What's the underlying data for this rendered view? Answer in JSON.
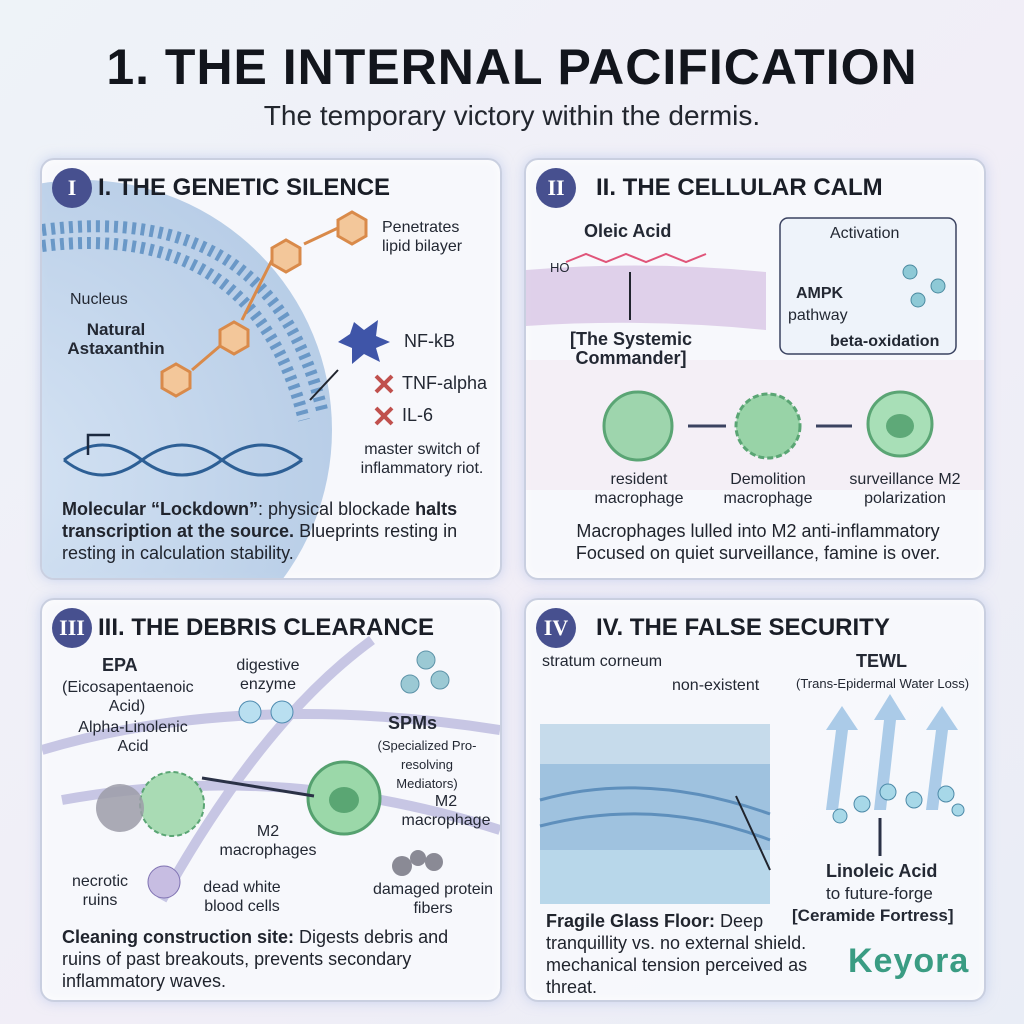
{
  "title": "1. THE INTERNAL PACIFICATION",
  "subtitle": "The temporary victory within the dermis.",
  "panels": [
    {
      "numeral": "I",
      "title": "I. THE GENETIC SILENCE",
      "labels": {
        "penetrates": "Penetrates lipid bilayer",
        "nucleus": "Nucleus",
        "astaxanthin": "Natural Astaxanthin",
        "nfkb": "NF-kB",
        "tnf": "TNF-alpha",
        "il6": "IL-6",
        "master": "master switch of inflammatory riot."
      },
      "caption_bold1": "Molecular “Lockdown”",
      "caption_text1": ": physical blockade",
      "caption_bold2": "halts transcription at the source.",
      "caption_text2": " Blueprints resting in resting in calculation stability."
    },
    {
      "numeral": "II",
      "title": "II. THE CELLULAR CALM",
      "labels": {
        "oleic": "Oleic Acid",
        "ho": "HO",
        "commander": "[The Systemic Commander]",
        "activation": "Activation",
        "ampk": "AMPK",
        "pathway": "pathway",
        "beta": "beta-oxidation",
        "resident": "resident macrophage",
        "demolition": "Demolition macrophage",
        "surveillance": "surveillance M2 polarization"
      },
      "caption": "Macrophages lulled into M2 anti-inflammatory Focused on quiet surveillance, famine is over."
    },
    {
      "numeral": "III",
      "title": "III. THE DEBRIS CLEARANCE",
      "labels": {
        "epa": "EPA",
        "epa_full": "(Eicosapentaenoic Acid)",
        "ala": "Alpha-Linolenic Acid",
        "enzyme": "digestive enzyme",
        "spms": "SPMs",
        "spms_full": "(Specialized Pro-resolving Mediators)",
        "m2_macrophage": "M2 macrophage",
        "m2_macrophages": "M2 macrophages",
        "necrotic": "necrotic ruins",
        "dead_wbc": "dead white blood cells",
        "damaged": "damaged protein fibers"
      },
      "caption_bold": "Cleaning construction site:",
      "caption_text": " Digests debris and ruins of past breakouts, prevents secondary inflammatory waves."
    },
    {
      "numeral": "IV",
      "title": "IV. THE FALSE SECURITY",
      "labels": {
        "stratum": "stratum corneum",
        "nonexistent": "non-existent",
        "tewl": "TEWL",
        "tewl_full": "(Trans-Epidermal Water Loss)",
        "linoleic": "Linoleic Acid",
        "future": "to future-forge",
        "ceramide": "[Ceramide Fortress]"
      },
      "caption_bold": "Fragile Glass Floor:",
      "caption_text": " Deep tranquillity vs. no external shield. mechanical tension perceived as threat."
    }
  ],
  "logo": "Keyora",
  "colors": {
    "accent": "#47508f",
    "cell_green": "#8fd0a4",
    "membrane_blue": "#6f9cc9",
    "logo_teal": "#3a9c83",
    "block_red": "#c0504d"
  }
}
